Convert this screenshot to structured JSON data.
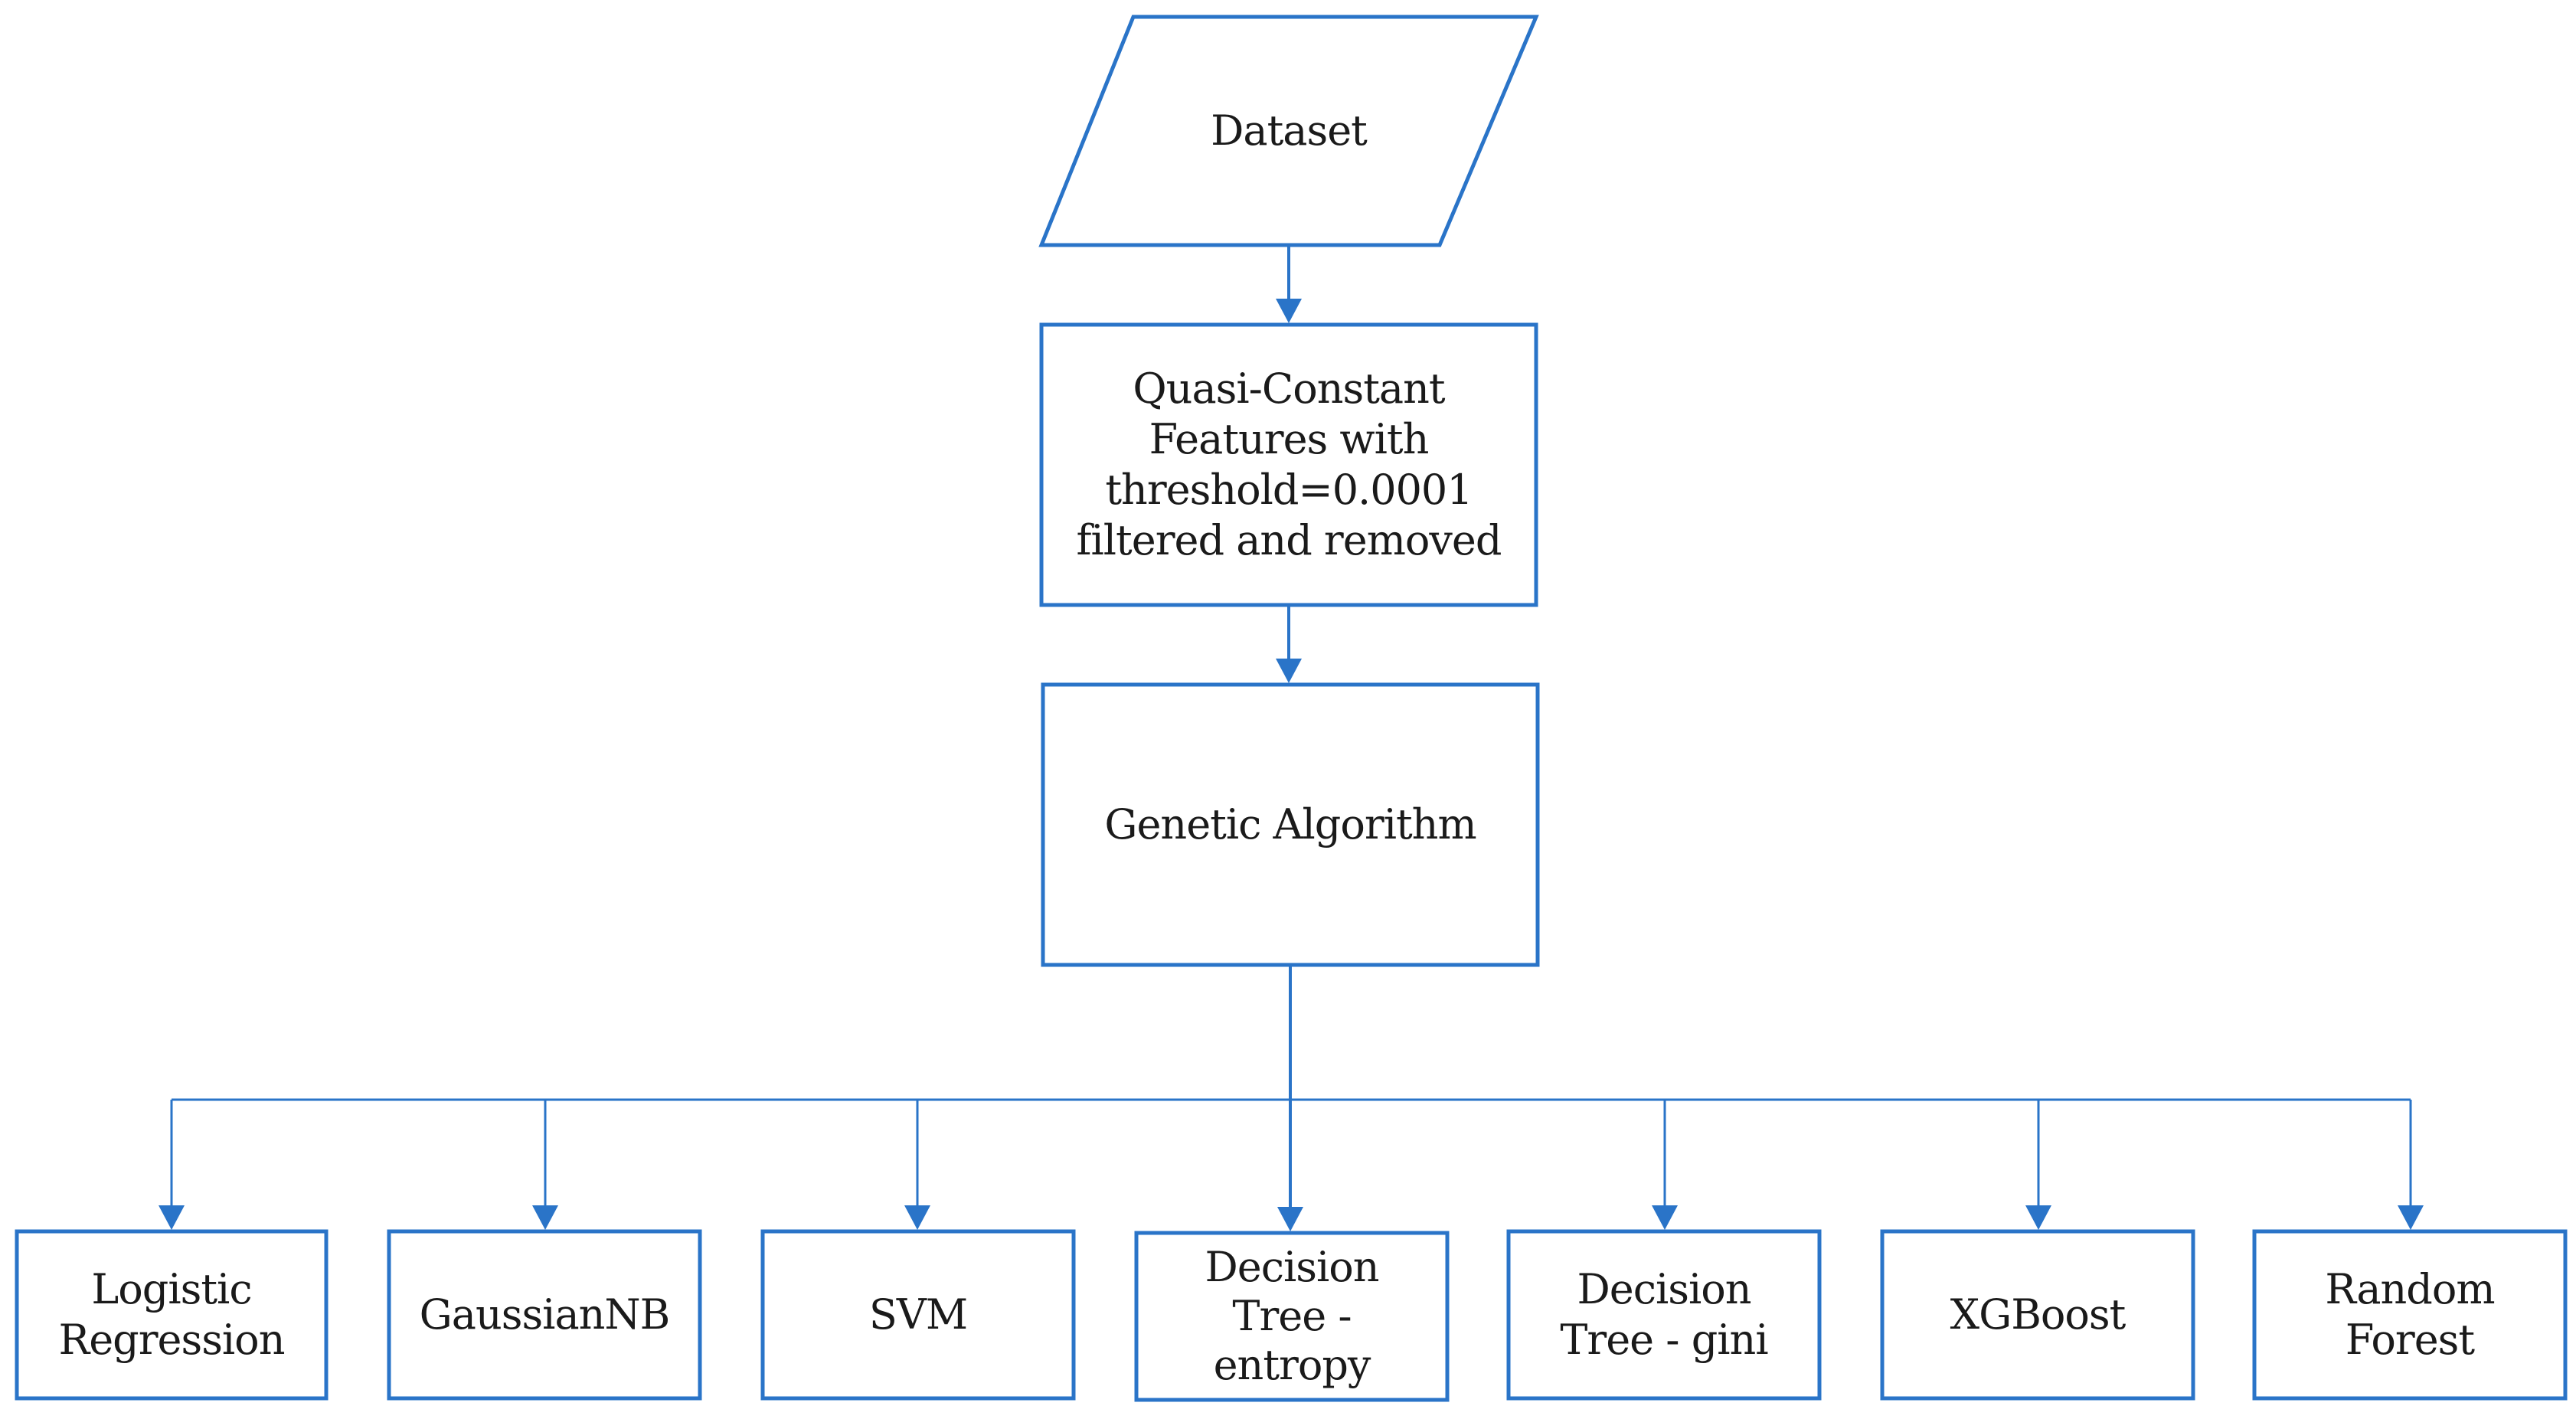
{
  "diagram": {
    "dataset": {
      "label": "Dataset"
    },
    "filter": {
      "lines": [
        "Quasi-Constant",
        "Features with",
        "threshold=0.0001",
        "filtered and removed"
      ]
    },
    "ga": {
      "label": "Genetic Algorithm"
    },
    "models": [
      {
        "lines": [
          "Logistic",
          "Regression"
        ]
      },
      {
        "lines": [
          "GaussianNB"
        ]
      },
      {
        "lines": [
          "SVM"
        ]
      },
      {
        "lines": [
          "Decision",
          "Tree -",
          "entropy"
        ]
      },
      {
        "lines": [
          "Decision",
          "Tree - gini"
        ]
      },
      {
        "lines": [
          "XGBoost"
        ]
      },
      {
        "lines": [
          "Random",
          "Forest"
        ]
      }
    ],
    "colors": {
      "stroke": "#2a74c8",
      "text": "#1a1a1a",
      "background": "#ffffff"
    }
  }
}
